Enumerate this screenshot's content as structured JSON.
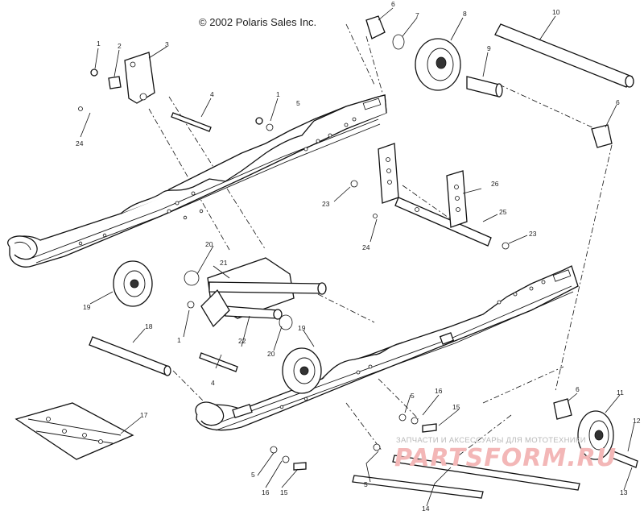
{
  "copyright": "© 2002 Polaris Sales Inc.",
  "watermark": {
    "tagline": "ЗАПЧАСТИ И АКСЕССУАРЫ ДЛЯ МОТОТЕХНИКИ",
    "brand": "PARTSFORM.RU"
  },
  "callouts": {
    "c1a": "1",
    "c1b": "1",
    "c1c": "1",
    "c2": "2",
    "c3": "3",
    "c4a": "4",
    "c4b": "4",
    "c5a": "5",
    "c5b": "5",
    "c5c": "5",
    "c5d": "5",
    "c6a": "6",
    "c6b": "6",
    "c6c": "6",
    "c7": "7",
    "c8": "8",
    "c9": "9",
    "c10": "10",
    "c11": "11",
    "c12": "12",
    "c13": "13",
    "c14": "14",
    "c15a": "15",
    "c15b": "15",
    "c16a": "16",
    "c16b": "16",
    "c17": "17",
    "c18": "18",
    "c19a": "19",
    "c19b": "19",
    "c20a": "20",
    "c20b": "20",
    "c21": "21",
    "c22": "22",
    "c23a": "23",
    "c23b": "23",
    "c24a": "24",
    "c24b": "24",
    "c25": "25",
    "c26": "26"
  }
}
